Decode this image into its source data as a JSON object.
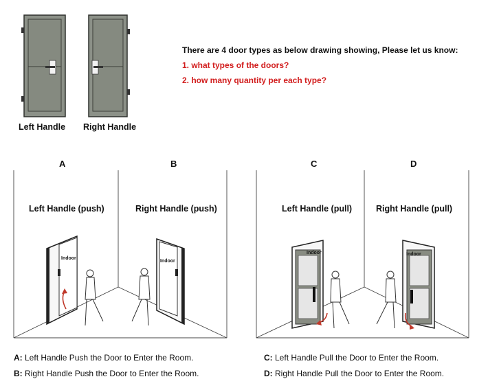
{
  "top": {
    "left_label": "Left Handle",
    "right_label": "Right Handle"
  },
  "question": {
    "intro": "There are 4 door types as below drawing showing, Please let us know:",
    "q1": "1. what types of the doors?",
    "q2": "2. how many quantity per each type?"
  },
  "letters": {
    "a": "A",
    "b": "B",
    "c": "C",
    "d": "D"
  },
  "panels": {
    "a": "Left Handle (push)",
    "b": "Right Handle (push)",
    "c": "Left Handle (pull)",
    "d": "Right Handle (pull)"
  },
  "door_word": "Indoor",
  "captions": {
    "a_key": "A:",
    "a_text": " Left Handle Push the Door to Enter the Room.",
    "b_key": "B:",
    "b_text": " Right Handle Push the Door to Enter the Room.",
    "c_key": "C:",
    "c_text": " Left Handle Pull the Door to Enter the Room.",
    "d_key": "D:",
    "d_text": " Right Handle Pull the Door to Enter the Room."
  },
  "colors": {
    "door_gray": "#8a8f84",
    "question_red": "#d21e1e",
    "arrow_red": "#c0392b"
  }
}
